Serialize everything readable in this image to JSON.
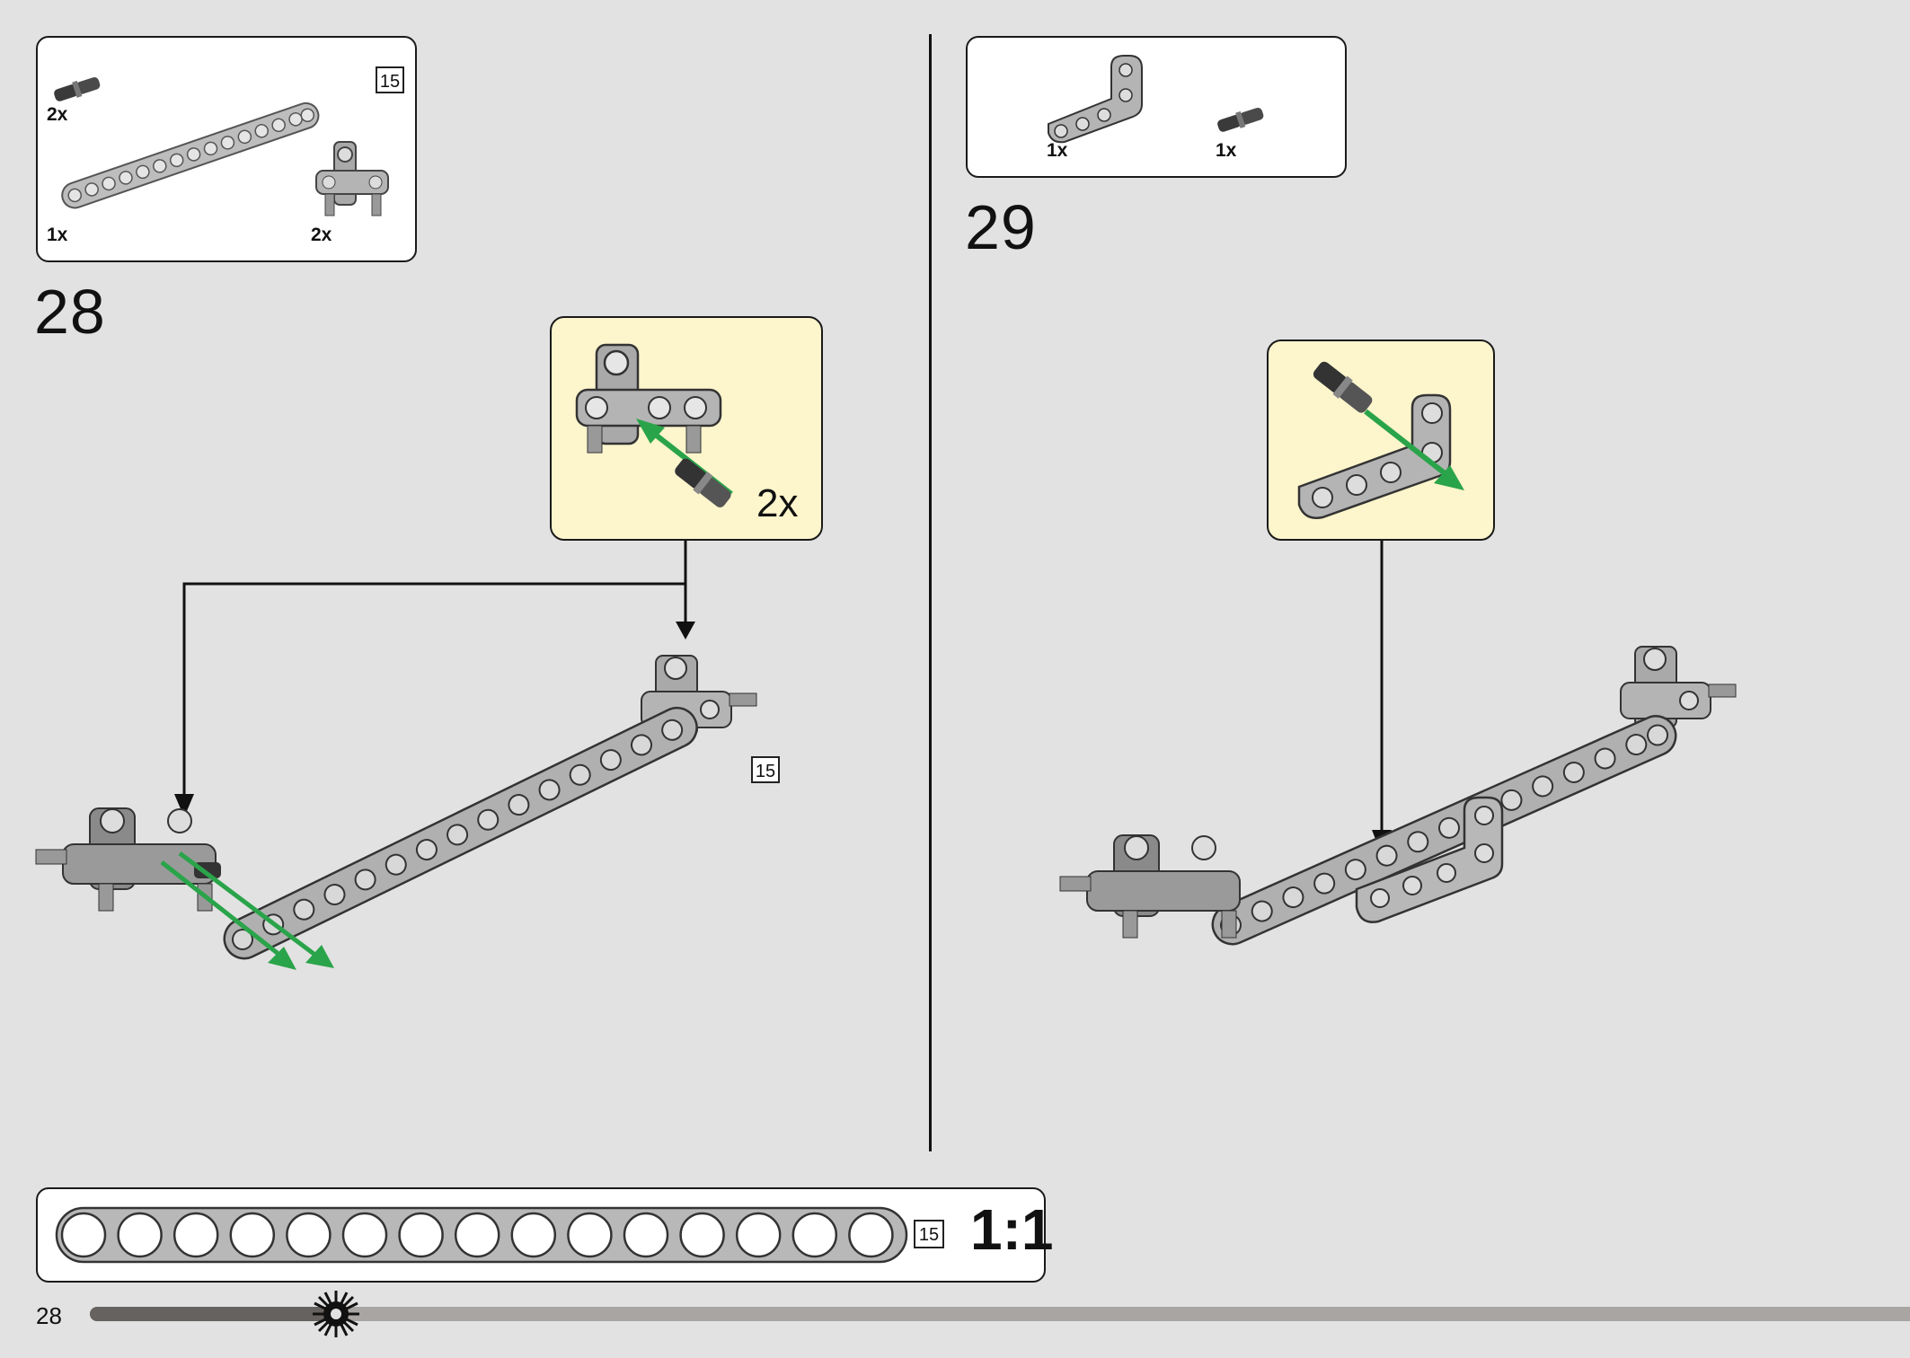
{
  "page": {
    "number": "28"
  },
  "progress": {
    "fraction": 0.135
  },
  "colors": {
    "background": "#e2e2e2",
    "callout": "#fdf5cc",
    "part_grey": "#a9a9a9",
    "pin_dark": "#3a3a3a",
    "arrow_green": "#2aa44a"
  },
  "step28": {
    "number": "28",
    "parts": [
      {
        "icon": "friction-pin-icon",
        "qty": "2x"
      },
      {
        "icon": "beam-15-icon",
        "qty": "1x",
        "length": "15"
      },
      {
        "icon": "pin-connector-icon",
        "qty": "2x"
      }
    ],
    "callout": {
      "multiplier": "2x"
    },
    "assembly_length_badge": "15"
  },
  "step29": {
    "number": "29",
    "parts": [
      {
        "icon": "angled-beam-icon",
        "qty": "1x"
      },
      {
        "icon": "friction-pin-icon",
        "qty": "1x"
      }
    ]
  },
  "ruler": {
    "length": "15",
    "scale": "1:1",
    "holes": 15
  }
}
